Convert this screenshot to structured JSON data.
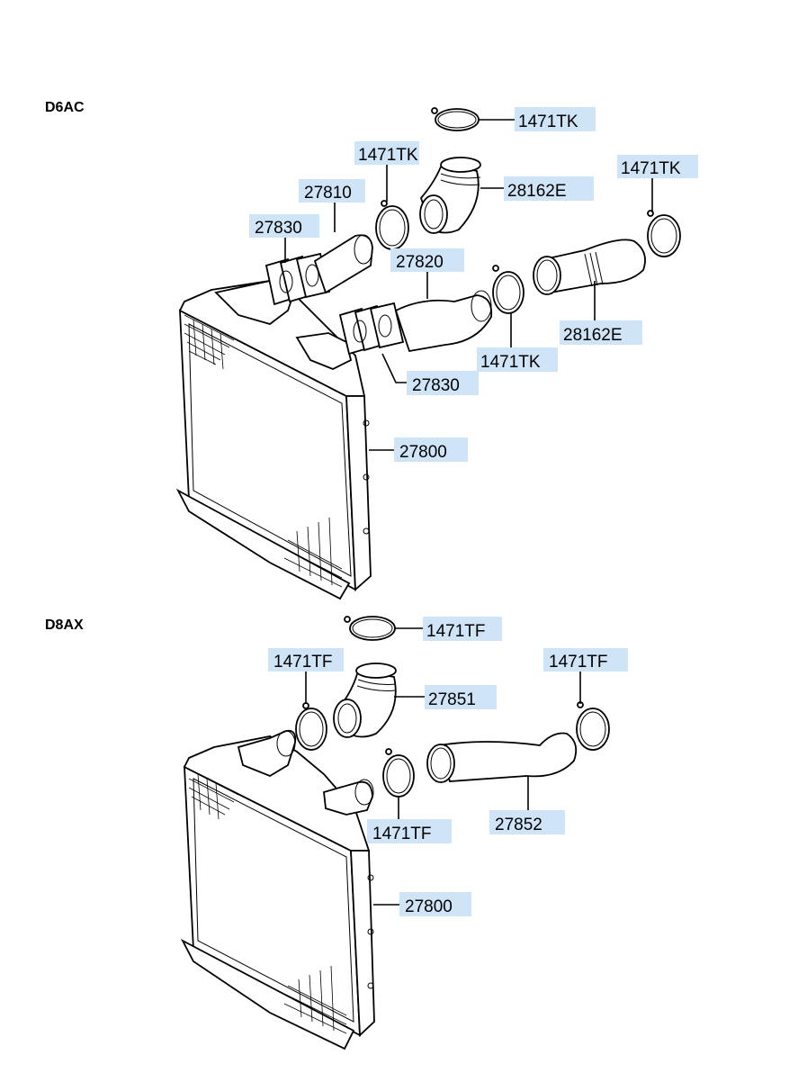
{
  "sections": [
    {
      "engine": "D6AC",
      "labels": {
        "clamp_top": "1471TK",
        "clamp_left": "1471TK",
        "clamp_right": "1471TK",
        "clamp_mid": "1471TK",
        "hose_elbow": "28162E",
        "hose_long": "28162E",
        "pipe_upper": "27810",
        "pipe_lower": "27820",
        "gasket_upper": "27830",
        "gasket_lower": "27830",
        "intercooler": "27800"
      }
    },
    {
      "engine": "D8AX",
      "labels": {
        "clamp_top": "1471TF",
        "clamp_left": "1471TF",
        "clamp_right": "1471TF",
        "clamp_mid": "1471TF",
        "hose_elbow": "27851",
        "hose_long": "27852",
        "intercooler": "27800"
      }
    }
  ]
}
